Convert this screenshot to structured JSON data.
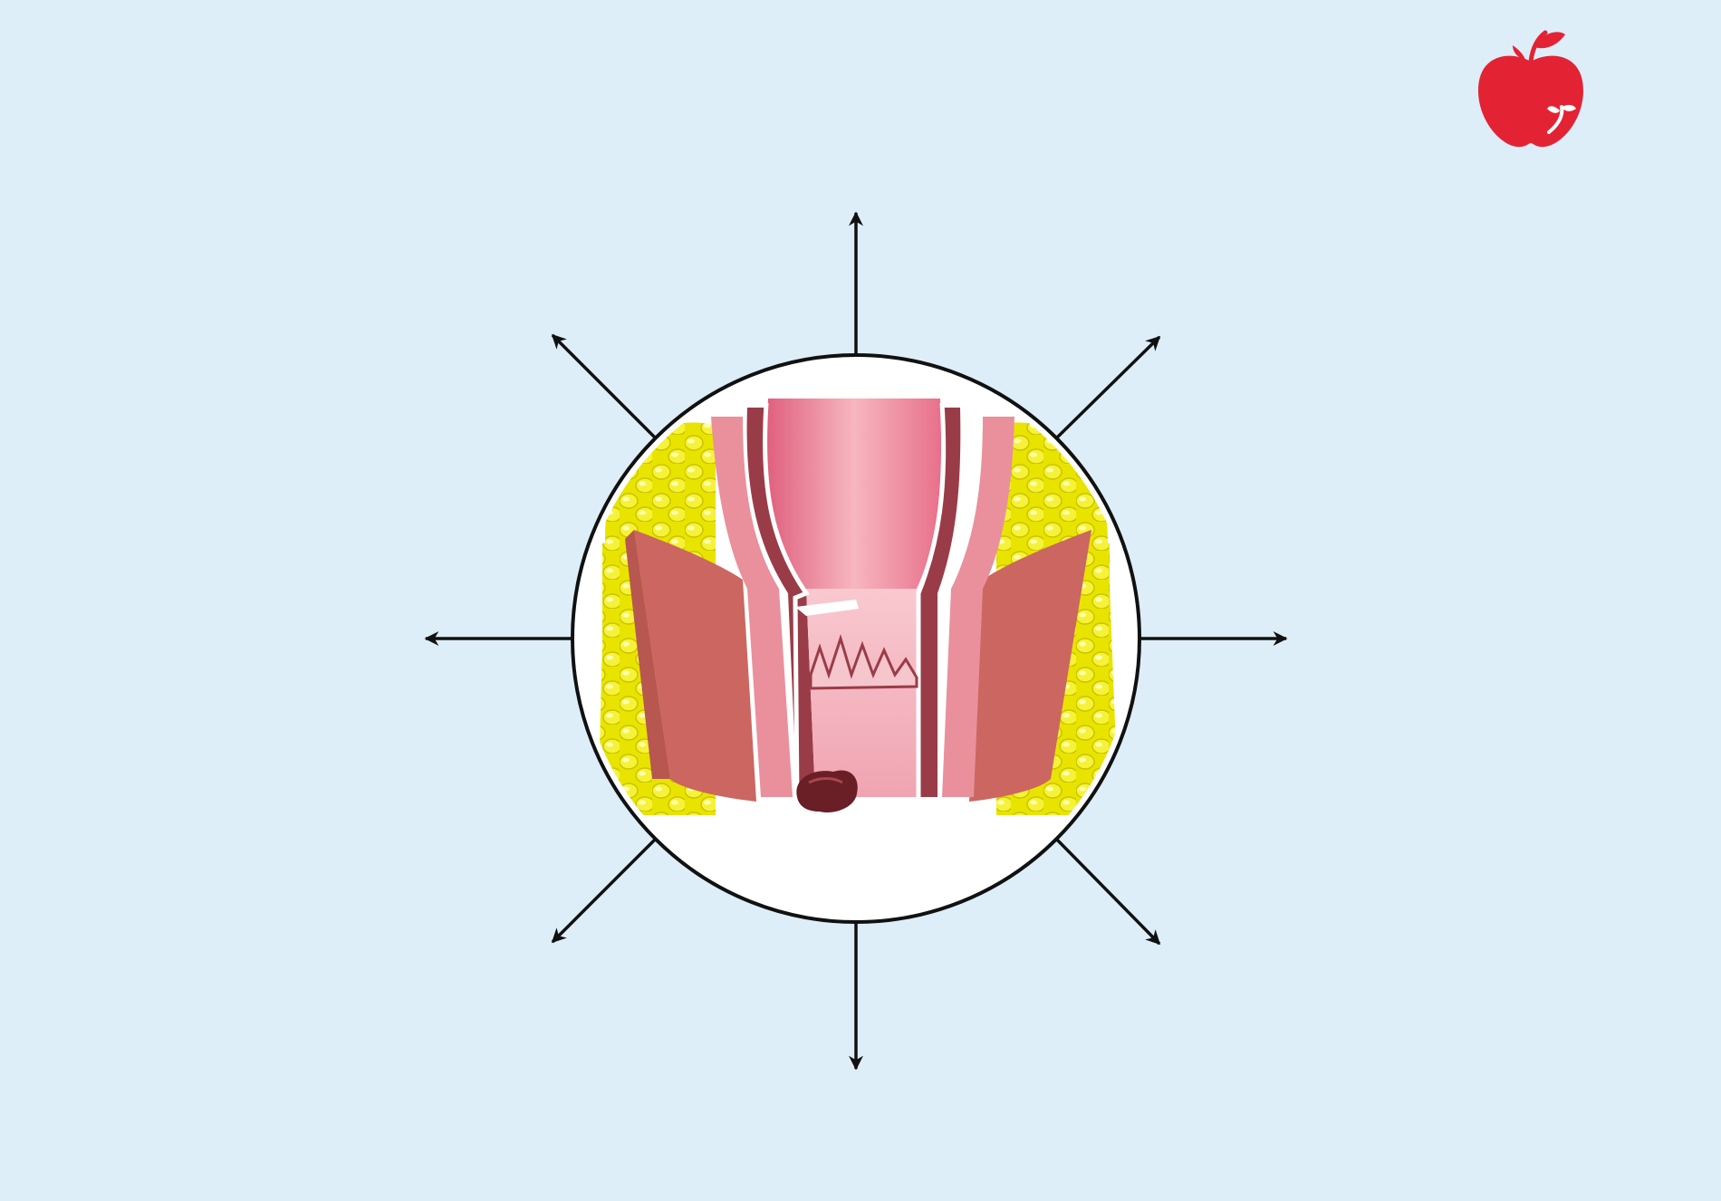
{
  "title": "",
  "logo": {
    "icon": "apple-icon",
    "brand": "",
    "color": "#e32334"
  },
  "colors": {
    "background": "#ddeef9",
    "text": "#4a8fb0",
    "arrow": "#111111"
  },
  "symptoms": [
    {
      "id": "top",
      "text": ""
    },
    {
      "id": "top-right",
      "text": ""
    },
    {
      "id": "right",
      "text": ""
    },
    {
      "id": "bottom-right",
      "text": ""
    },
    {
      "id": "bottom",
      "text": ""
    },
    {
      "id": "bottom-left",
      "text": ""
    },
    {
      "id": "left",
      "text": ""
    },
    {
      "id": "top-left",
      "text": ""
    }
  ]
}
